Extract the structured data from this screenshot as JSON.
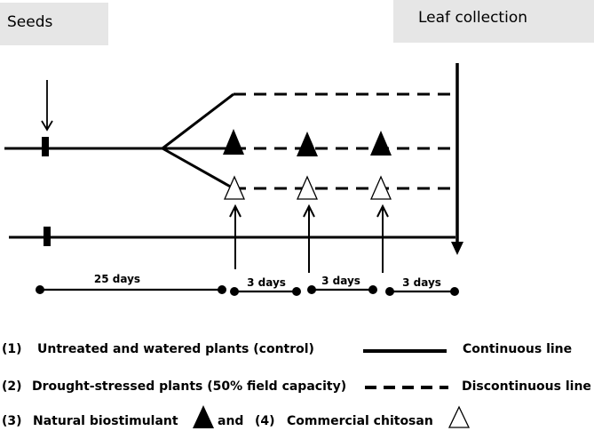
{
  "boxes": {
    "seeds": "Seeds",
    "leaf_collection": "Leaf collection"
  },
  "timeline": {
    "intervals": [
      "25 days",
      "3 days",
      "3 days",
      "3 days"
    ]
  },
  "legend": {
    "item1": {
      "num": "(1)",
      "text": "Untreated and watered plants (control)",
      "line_label": "Continuous line"
    },
    "item2": {
      "num": "(2)",
      "text": "Drought-stressed plants (50% field capacity)",
      "line_label": "Discontinuous line"
    },
    "item3": {
      "num": "(3)",
      "text": "Natural biostimulant",
      "joiner": "and"
    },
    "item4": {
      "num": "(4)",
      "text": "Commercial chitosan"
    }
  }
}
